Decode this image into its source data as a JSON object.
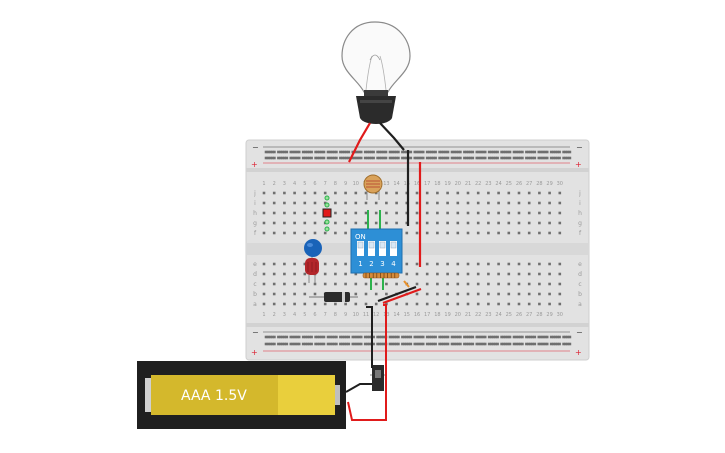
{
  "breadboard": {
    "rail_plus": "+",
    "rail_minus": "−",
    "rows_top": [
      "j",
      "i",
      "h",
      "g",
      "f"
    ],
    "rows_bottom": [
      "e",
      "d",
      "c",
      "b",
      "a"
    ],
    "columns": [
      "1",
      "2",
      "3",
      "4",
      "5",
      "6",
      "7",
      "8",
      "9",
      "10",
      "11",
      "12",
      "13",
      "14",
      "15",
      "16",
      "17",
      "18",
      "19",
      "20",
      "21",
      "22",
      "23",
      "24",
      "25",
      "26",
      "27",
      "28",
      "29",
      "30"
    ]
  },
  "dip_switch": {
    "on_label": "ON",
    "switch_numbers": [
      "1",
      "2",
      "3",
      "4"
    ]
  },
  "battery": {
    "label": "AAA 1.5V"
  },
  "colors": {
    "board": "#e2e2e2",
    "wire_red": "#e01b1b",
    "wire_black": "#1f1f1f",
    "dip_blue": "#2d8fd6",
    "battery_yellow": "#d4b82c",
    "capacitor_blue": "#1a63b8",
    "led_red": "#b3262a"
  }
}
